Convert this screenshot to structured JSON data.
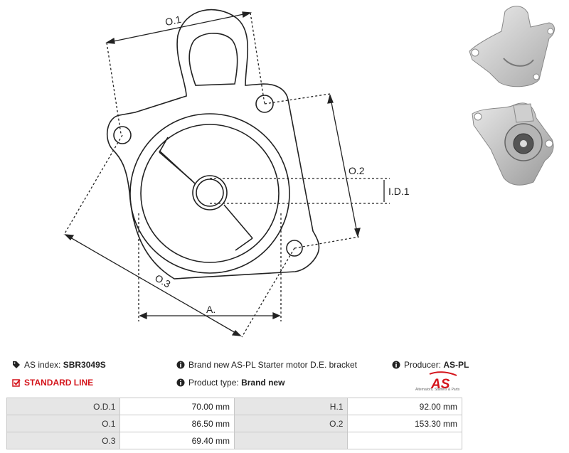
{
  "header_info": {
    "as_index_label": "AS index:",
    "as_index_value": "SBR3049S",
    "standard_line": "STANDARD LINE",
    "description": "Brand new AS-PL Starter motor D.E. bracket",
    "product_type_label": "Product type:",
    "product_type_value": "Brand new",
    "producer_label": "Producer:",
    "producer_value": "AS-PL"
  },
  "logo": {
    "mark": "AS",
    "tagline": "Alternators, Starters & Parts",
    "color": "#d4141b"
  },
  "drawing_labels": {
    "o1": "O.1",
    "o2": "O.2",
    "o3": "O.3",
    "id1": "I.D.1",
    "a": "A."
  },
  "specs": [
    {
      "l1": "O.D.1",
      "v1": "70.00  mm",
      "l2": "H.1",
      "v2": "92.00  mm"
    },
    {
      "l1": "O.1",
      "v1": "86.50  mm",
      "l2": "O.2",
      "v2": "153.30  mm"
    },
    {
      "l1": "O.3",
      "v1": "69.40   mm",
      "l2": "",
      "v2": ""
    }
  ]
}
